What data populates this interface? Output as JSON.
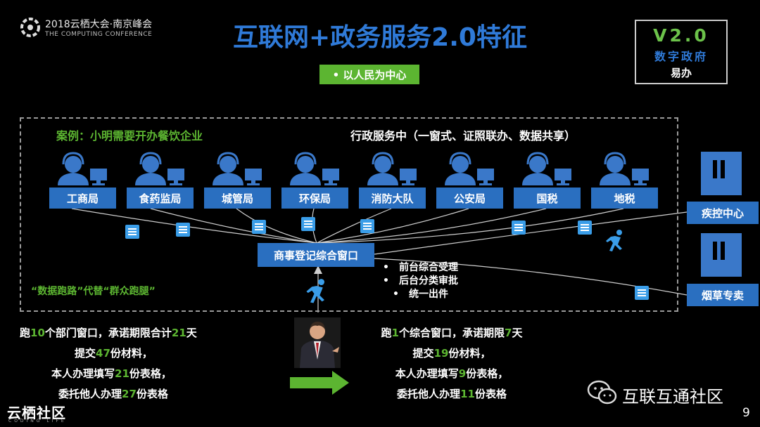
{
  "header": {
    "logo_line1": "2018云栖大会·南京峰会",
    "logo_line2": "THE COMPUTING CONFERENCE",
    "title": "互联网+政务服务2.0特征",
    "version": "V2.0",
    "version_sub1": "数字政府",
    "version_sub2": "易办",
    "chip": "•   以人民为中心"
  },
  "diagram": {
    "case_label": "案例：小明需要开办餐饮企业",
    "admin_center": "行政服务中（一窗式、证照联办、数据共享）",
    "departments": [
      "工商局",
      "食药监局",
      "城管局",
      "环保局",
      "消防大队",
      "公安局",
      "国税",
      "地税"
    ],
    "external": [
      "疾控中心",
      "烟草专卖"
    ],
    "center_window": "商事登记综合窗口",
    "bullets": [
      "前台综合受理",
      "后台分类审批",
      "统一出件"
    ],
    "data_runs": "“数据跑路”代替“群众跑腿”"
  },
  "left_stats": {
    "line1": [
      "跑",
      "10",
      "个部门窗口，承诺期限合计",
      "21",
      "天"
    ],
    "line2": [
      "提交",
      "47",
      "份材料，"
    ],
    "line3": [
      "本人办理填写",
      "21",
      "份表格，"
    ],
    "line4": [
      "委托他人办理",
      "27",
      "份表格"
    ]
  },
  "right_stats": {
    "line1": [
      "跑",
      "1",
      "个综合窗口，承诺期限",
      "7",
      "天"
    ],
    "line2": [
      "提交",
      "19",
      "份材料，"
    ],
    "line3": [
      "本人办理填写",
      "9",
      "份表格，"
    ],
    "line4": [
      "委托他人办理",
      "11",
      "份表格"
    ]
  },
  "footer": {
    "wechat_label": "互联互通社区",
    "page_number": "9",
    "brand": "云栖社区",
    "brand_sub": "CODING LIFE"
  },
  "colors": {
    "accent_green": "#5cb531",
    "accent_blue": "#2f7ad8",
    "box_blue": "#2a6fc0"
  }
}
